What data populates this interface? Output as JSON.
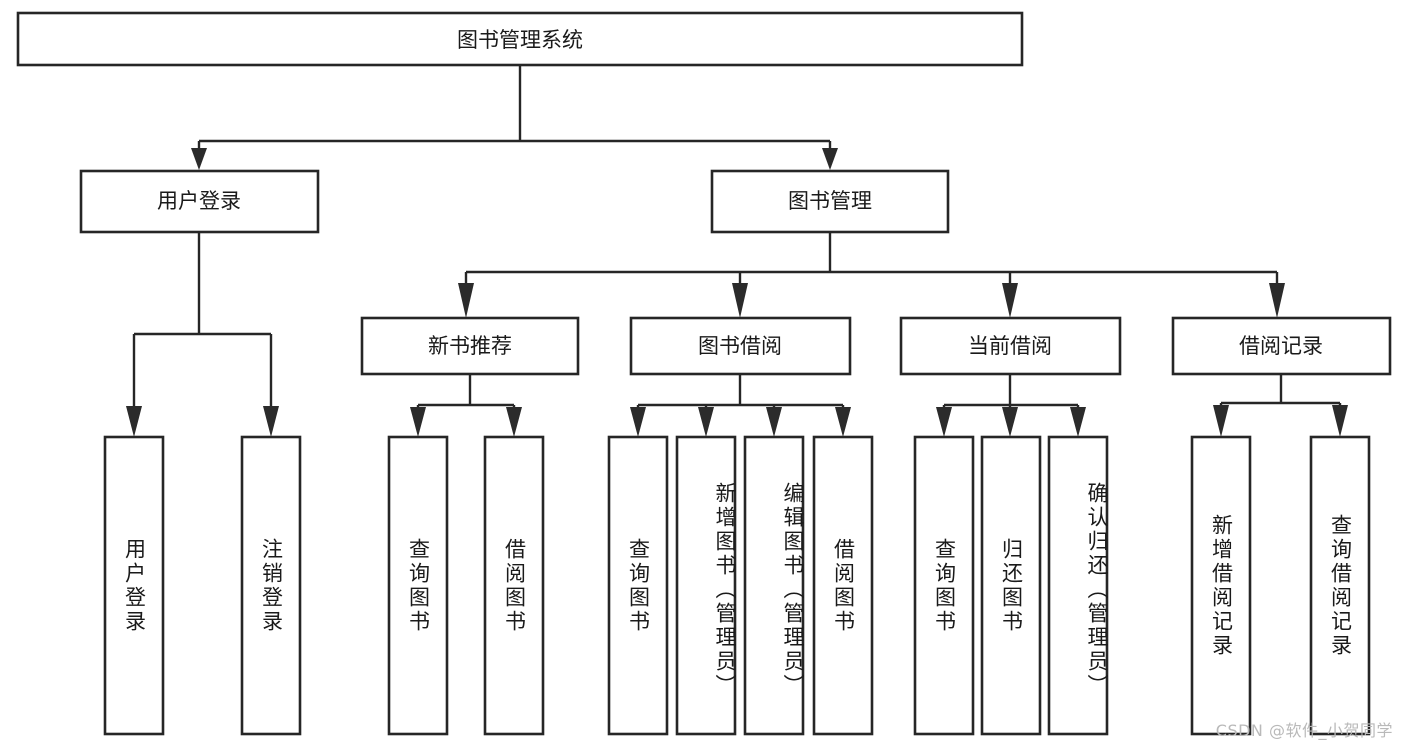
{
  "diagram": {
    "type": "tree-hierarchy",
    "title": "图书管理系统",
    "root": {
      "id": "root",
      "label": "图书管理系统",
      "orientation": "horizontal"
    },
    "level2": [
      {
        "id": "user-login",
        "label": "用户登录",
        "orientation": "horizontal"
      },
      {
        "id": "book-management",
        "label": "图书管理",
        "orientation": "horizontal"
      }
    ],
    "level3": [
      {
        "id": "new-book-recommend",
        "label": "新书推荐",
        "orientation": "horizontal",
        "parent": "book-management"
      },
      {
        "id": "book-borrow",
        "label": "图书借阅",
        "orientation": "horizontal",
        "parent": "book-management"
      },
      {
        "id": "current-borrow",
        "label": "当前借阅",
        "orientation": "horizontal",
        "parent": "book-management"
      },
      {
        "id": "borrow-record",
        "label": "借阅记录",
        "orientation": "horizontal",
        "parent": "book-management"
      }
    ],
    "leaves": [
      {
        "id": "leaf-user-login",
        "label": "用户登录",
        "parent": "user-login",
        "orientation": "vertical"
      },
      {
        "id": "leaf-logout-login",
        "label": "注销登录",
        "parent": "user-login",
        "orientation": "vertical"
      },
      {
        "id": "leaf-query-book-1",
        "label": "查询图书",
        "parent": "new-book-recommend",
        "orientation": "vertical"
      },
      {
        "id": "leaf-borrow-book-1",
        "label": "借阅图书",
        "parent": "new-book-recommend",
        "orientation": "vertical"
      },
      {
        "id": "leaf-query-book-2",
        "label": "查询图书",
        "parent": "book-borrow",
        "orientation": "vertical"
      },
      {
        "id": "leaf-add-book",
        "label": "新增图书（管理员）",
        "parent": "book-borrow",
        "orientation": "vertical"
      },
      {
        "id": "leaf-edit-book",
        "label": "编辑图书（管理员）",
        "parent": "book-borrow",
        "orientation": "vertical"
      },
      {
        "id": "leaf-borrow-book-2",
        "label": "借阅图书",
        "parent": "book-borrow",
        "orientation": "vertical"
      },
      {
        "id": "leaf-query-book-3",
        "label": "查询图书",
        "parent": "current-borrow",
        "orientation": "vertical"
      },
      {
        "id": "leaf-return-book",
        "label": "归还图书",
        "parent": "current-borrow",
        "orientation": "vertical"
      },
      {
        "id": "leaf-confirm-return",
        "label": "确认归还（管理员）",
        "parent": "current-borrow",
        "orientation": "vertical"
      },
      {
        "id": "leaf-add-record",
        "label": "新增借阅记录",
        "parent": "borrow-record",
        "orientation": "vertical"
      },
      {
        "id": "leaf-query-record",
        "label": "查询借阅记录",
        "parent": "borrow-record",
        "orientation": "vertical"
      }
    ],
    "watermark": "CSDN @软件_小贺同学",
    "colors": {
      "background": "#ffffff",
      "box_stroke": "#262626",
      "box_fill": "#ffffff",
      "text": "#1a1a1a",
      "connector": "#262626",
      "watermark": "#b9b9b9"
    }
  }
}
